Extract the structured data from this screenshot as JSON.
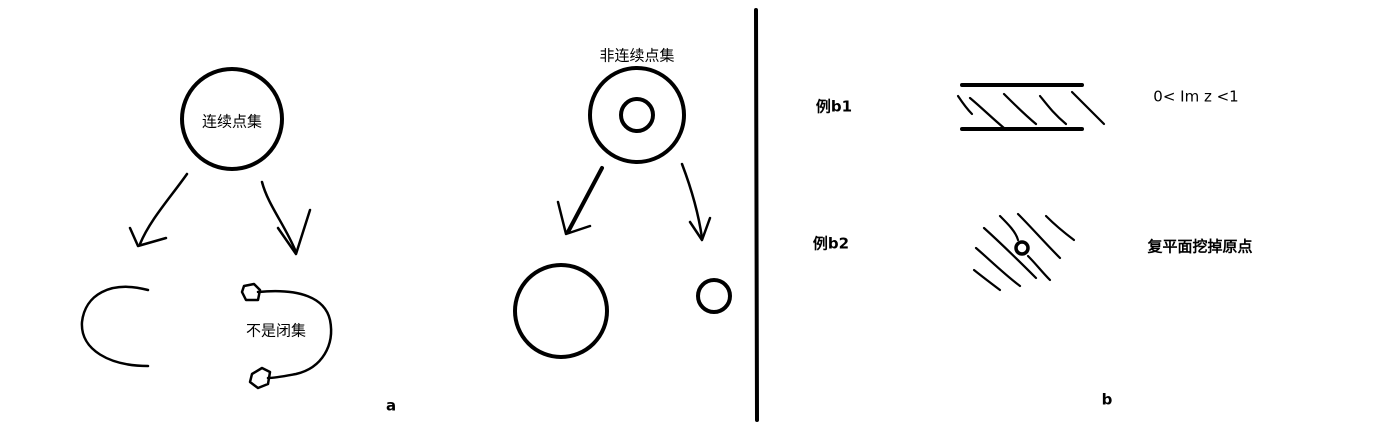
{
  "panel_a": {
    "connected_set_label": "连续点集",
    "not_closed_label": "不是闭集",
    "disconnected_set_label": "非连续点集",
    "panel_label": "a"
  },
  "panel_b": {
    "example1_label": "例b1",
    "example1_condition": "0< Im z <1",
    "example2_label": "例b2",
    "example2_description": "复平面挖掉原点",
    "panel_label": "b"
  },
  "colors": {
    "ink": "#000000",
    "background": "#ffffff"
  }
}
